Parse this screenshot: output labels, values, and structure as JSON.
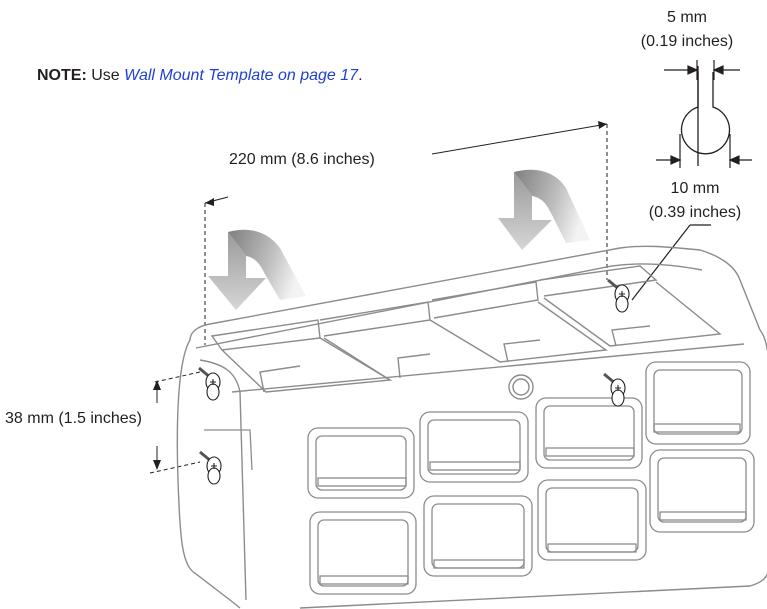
{
  "note": {
    "prefix": "NOTE:",
    "middle": " Use ",
    "link": "Wall Mount Template on page 17",
    "suffix": "."
  },
  "dimensions": {
    "width": "220 mm (8.6 inches)",
    "height": "38 mm (1.5 inches)",
    "slot_top_mm": "5 mm",
    "slot_top_in": "(0.19 inches)",
    "slot_bottom_mm": "10 mm",
    "slot_bottom_in": "(0.39 inches)"
  },
  "colors": {
    "text": "#231f20",
    "link": "#1f3fd6",
    "outline": "#8c8c8c",
    "arrow_dark": "#8a8a8a",
    "arrow_light": "#e6e6e6"
  }
}
